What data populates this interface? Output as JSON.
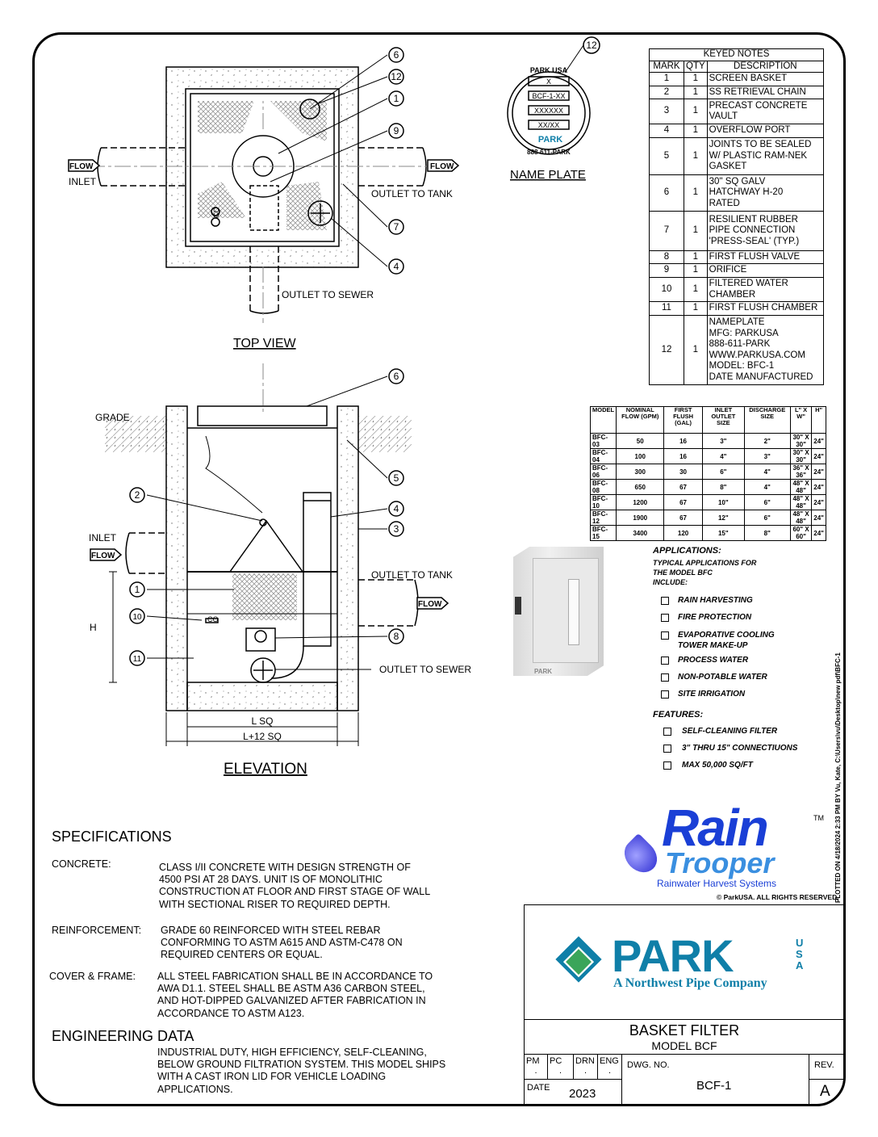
{
  "top_view": {
    "title": "TOP VIEW",
    "flow_left": "FLOW",
    "inlet": "INLET",
    "flow_right": "FLOW",
    "outlet_tank": "OUTLET TO TANK",
    "outlet_sewer": "OUTLET TO SEWER",
    "co": "CO",
    "marks": [
      "6",
      "12",
      "1",
      "9",
      "7",
      "4"
    ]
  },
  "elevation": {
    "title": "ELEVATION",
    "grade": "GRADE",
    "inlet": "INLET",
    "flow_left": "FLOW",
    "outlet_tank": "OUTLET TO TANK",
    "flow_right": "FLOW",
    "outlet_sewer": "OUTLET TO SEWER",
    "co": "CO",
    "h": "H",
    "l_sq": "L SQ",
    "l12_sq": "L+12 SQ",
    "marks_left": [
      "2",
      "1",
      "10",
      "11"
    ],
    "marks_right": [
      "6",
      "5",
      "4",
      "3",
      "8"
    ]
  },
  "name_plate": {
    "mark": "12",
    "title": "NAME PLATE",
    "top_text": "PARK USA",
    "fields": [
      "X",
      "BCF-1-XX",
      "XXXXXX",
      "XX/XX"
    ],
    "logo_text": "PARK",
    "bottom_text": "888-611-PARK"
  },
  "keyed_notes": {
    "title": "KEYED NOTES",
    "headers": [
      "MARK",
      "QTY",
      "DESCRIPTION"
    ],
    "rows": [
      {
        "mark": "1",
        "qty": "1",
        "lines": [
          "SCREEN BASKET"
        ]
      },
      {
        "mark": "2",
        "qty": "1",
        "lines": [
          "SS RETRIEVAL CHAIN"
        ]
      },
      {
        "mark": "3",
        "qty": "1",
        "lines": [
          "PRECAST CONCRETE",
          "VAULT"
        ]
      },
      {
        "mark": "4",
        "qty": "1",
        "lines": [
          "OVERFLOW PORT"
        ]
      },
      {
        "mark": "5",
        "qty": "1",
        "lines": [
          "JOINTS TO BE SEALED",
          "W/ PLASTIC RAM-NEK",
          "GASKET"
        ]
      },
      {
        "mark": "6",
        "qty": "1",
        "lines": [
          "30\" SQ GALV",
          "HATCHWAY H-20",
          "RATED"
        ]
      },
      {
        "mark": "7",
        "qty": "1",
        "lines": [
          "RESILIENT RUBBER",
          "PIPE CONNECTION",
          "'PRESS-SEAL' (TYP.)"
        ]
      },
      {
        "mark": "8",
        "qty": "1",
        "lines": [
          "FIRST FLUSH VALVE"
        ]
      },
      {
        "mark": "9",
        "qty": "1",
        "lines": [
          "ORIFICE"
        ]
      },
      {
        "mark": "10",
        "qty": "1",
        "lines": [
          "FILTERED WATER",
          "CHAMBER"
        ]
      },
      {
        "mark": "11",
        "qty": "1",
        "lines": [
          "FIRST FLUSH CHAMBER"
        ]
      },
      {
        "mark": "12",
        "qty": "1",
        "lines": [
          "NAMEPLATE",
          "MFG: PARKUSA",
          "888-611-PARK",
          "WWW.PARKUSA.COM",
          "MODEL: BFC-1",
          "DATE MANUFACTURED"
        ]
      }
    ]
  },
  "model_table": {
    "headers": [
      "MODEL",
      "NOMINAL FLOW (GPM)",
      "FIRST FLUSH (GAL)",
      "INLET OUTLET SIZE",
      "DISCHARGE SIZE",
      "L\" X W\"",
      "H\""
    ],
    "rows": [
      [
        "BFC-03",
        "50",
        "16",
        "3\"",
        "2\"",
        "30\" X 30\"",
        "24\""
      ],
      [
        "BFC-04",
        "100",
        "16",
        "4\"",
        "3\"",
        "30\" X 30\"",
        "24\""
      ],
      [
        "BFC-06",
        "300",
        "30",
        "6\"",
        "4\"",
        "36\" X 36\"",
        "24\""
      ],
      [
        "BFC-08",
        "650",
        "67",
        "8\"",
        "4\"",
        "48\" X 48\"",
        "24\""
      ],
      [
        "BFC-10",
        "1200",
        "67",
        "10\"",
        "6\"",
        "48\" X 48\"",
        "24\""
      ],
      [
        "BFC-12",
        "1900",
        "67",
        "12\"",
        "6\"",
        "48\" X 48\"",
        "24\""
      ],
      [
        "BFC-15",
        "3400",
        "120",
        "15\"",
        "8\"",
        "60\" X 60\"",
        "24\""
      ]
    ]
  },
  "applications": {
    "title": "APPLICATIONS:",
    "intro": [
      "TYPICAL APPLICATIONS FOR",
      "THE MODEL BFC",
      "INCLUDE:"
    ],
    "items": [
      "RAIN HARVESTING",
      "FIRE PROTECTION",
      "EVAPORATIVE COOLING",
      "TOWER MAKE-UP",
      "PROCESS WATER",
      "NON-POTABLE WATER",
      "SITE IRRIGATION"
    ]
  },
  "features": {
    "title": "FEATURES:",
    "items": [
      "SELF-CLEANING FILTER",
      "3\" THRU 15\" CONNECTIUONS",
      "MAX 50,000 SQ/FT"
    ]
  },
  "photo_label": "PARK",
  "rain_trooper": {
    "line1": "Rain",
    "line2": "Trooper",
    "tm": "TM",
    "tagline": "Rainwater Harvest Systems",
    "copyright": "© ParkUSA. ALL RIGHTS RESERVED."
  },
  "plotted": "PLOTTED ON 4/18/2024 2:33 PM BY Vu, Kate, C:\\Users\\vu\\Desktop\\new pdf\\BFC-1",
  "specifications": {
    "title": "SPECIFICATIONS",
    "sections": [
      {
        "label": "CONCRETE:",
        "lines": [
          "CLASS I/II CONCRETE WITH DESIGN STRENGTH OF",
          "4500 PSI AT 28 DAYS.  UNIT IS OF MONOLITHIC",
          "CONSTRUCTION AT FLOOR AND FIRST STAGE OF WALL",
          "WITH SECTIONAL RISER TO REQUIRED DEPTH."
        ]
      },
      {
        "label": "REINFORCEMENT:",
        "lines": [
          "GRADE 60 REINFORCED WITH STEEL REBAR",
          "CONFORMING TO ASTM A615 AND ASTM-C478 ON",
          "REQUIRED CENTERS OR EQUAL."
        ]
      },
      {
        "label": "COVER & FRAME:",
        "lines": [
          "ALL STEEL FABRICATION SHALL BE IN ACCORDANCE TO",
          "AWA D1.1. STEEL SHALL BE ASTM A36 CARBON STEEL,",
          "AND HOT-DIPPED GALVANIZED AFTER FABRICATION IN",
          "ACCORDANCE TO ASTM A123."
        ]
      }
    ]
  },
  "engineering": {
    "title": "ENGINEERING DATA",
    "lines": [
      "INDUSTRIAL DUTY, HIGH EFFICIENCY, SELF-CLEANING,",
      "BELOW GROUND FILTRATION SYSTEM.  THIS MODEL SHIPS",
      "WITH A CAST IRON LID FOR VEHICLE LOADING",
      "APPLICATIONS."
    ]
  },
  "title_block": {
    "logo": "PARK",
    "logo_usa": "USA",
    "tagline": "A Northwest Pipe Company",
    "title": "BASKET FILTER",
    "subtitle": "MODEL BCF",
    "pm": "PM",
    "pc": "PC",
    "drn": "DRN",
    "eng": "ENG",
    "dot": ".",
    "date_label": "DATE",
    "date": "2023",
    "dwg_label": "DWG. NO.",
    "dwg": "BCF-1",
    "rev_label": "REV.",
    "rev": "A"
  },
  "colors": {
    "blue": "#1a3fd6",
    "light_blue": "#3a8fe0",
    "teal": "#0f7fa8",
    "park_green": "#3aa55a"
  }
}
